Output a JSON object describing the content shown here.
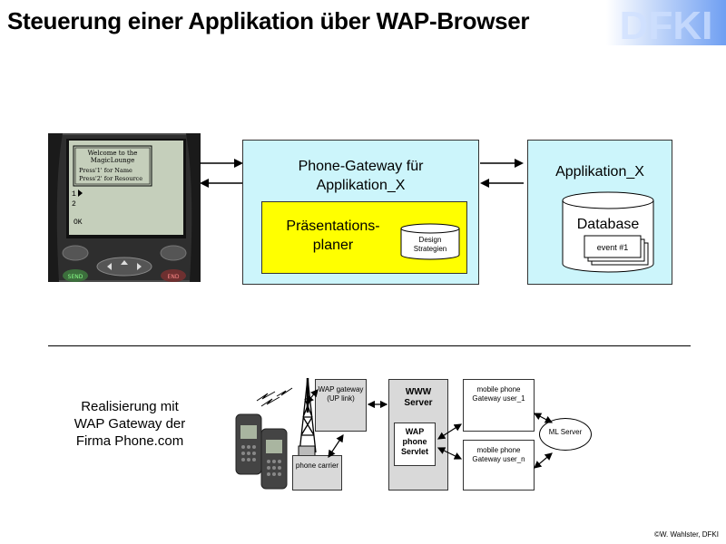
{
  "title": "Steuerung einer Applikation über WAP-Browser",
  "logo": {
    "text": "DFKI"
  },
  "top": {
    "phone_screen": {
      "line1": "Welcome to the",
      "line2": "MagicLounge",
      "line3": "Press'1' for Name",
      "line4": "Press'2' for Resource",
      "item1": "1",
      "item2": "2",
      "ok": "OK"
    },
    "phone_buttons": {
      "send": "SEND",
      "end": "END"
    },
    "gateway": {
      "title_line1": "Phone-Gateway für",
      "title_line2": "Applikation_X",
      "planer_line1": "Präsentations-",
      "planer_line2": "planer",
      "design_line1": "Design",
      "design_line2": "Strategien"
    },
    "application": {
      "title": "Applikation_X",
      "database": "Database",
      "event": "event #1"
    }
  },
  "bottom": {
    "label_line1": "Realisierung mit",
    "label_line2": "WAP Gateway der",
    "label_line3": "Firma Phone.com",
    "wap_gateway_line1": "WAP gateway",
    "wap_gateway_line2": "(UP link)",
    "phone_carrier": "phone carrier",
    "www_server_line1": "WWW",
    "www_server_line2": "Server",
    "servlet_line1": "WAP",
    "servlet_line2": "phone",
    "servlet_line3": "Servlet",
    "gateway1_line1": "mobile phone",
    "gateway1_line2": "Gateway user_1",
    "gatewayn_line1": "mobile phone",
    "gatewayn_line2": "Gateway user_n",
    "ml_server": "ML Server"
  },
  "copyright": "©W. Wahlster, DFKI"
}
